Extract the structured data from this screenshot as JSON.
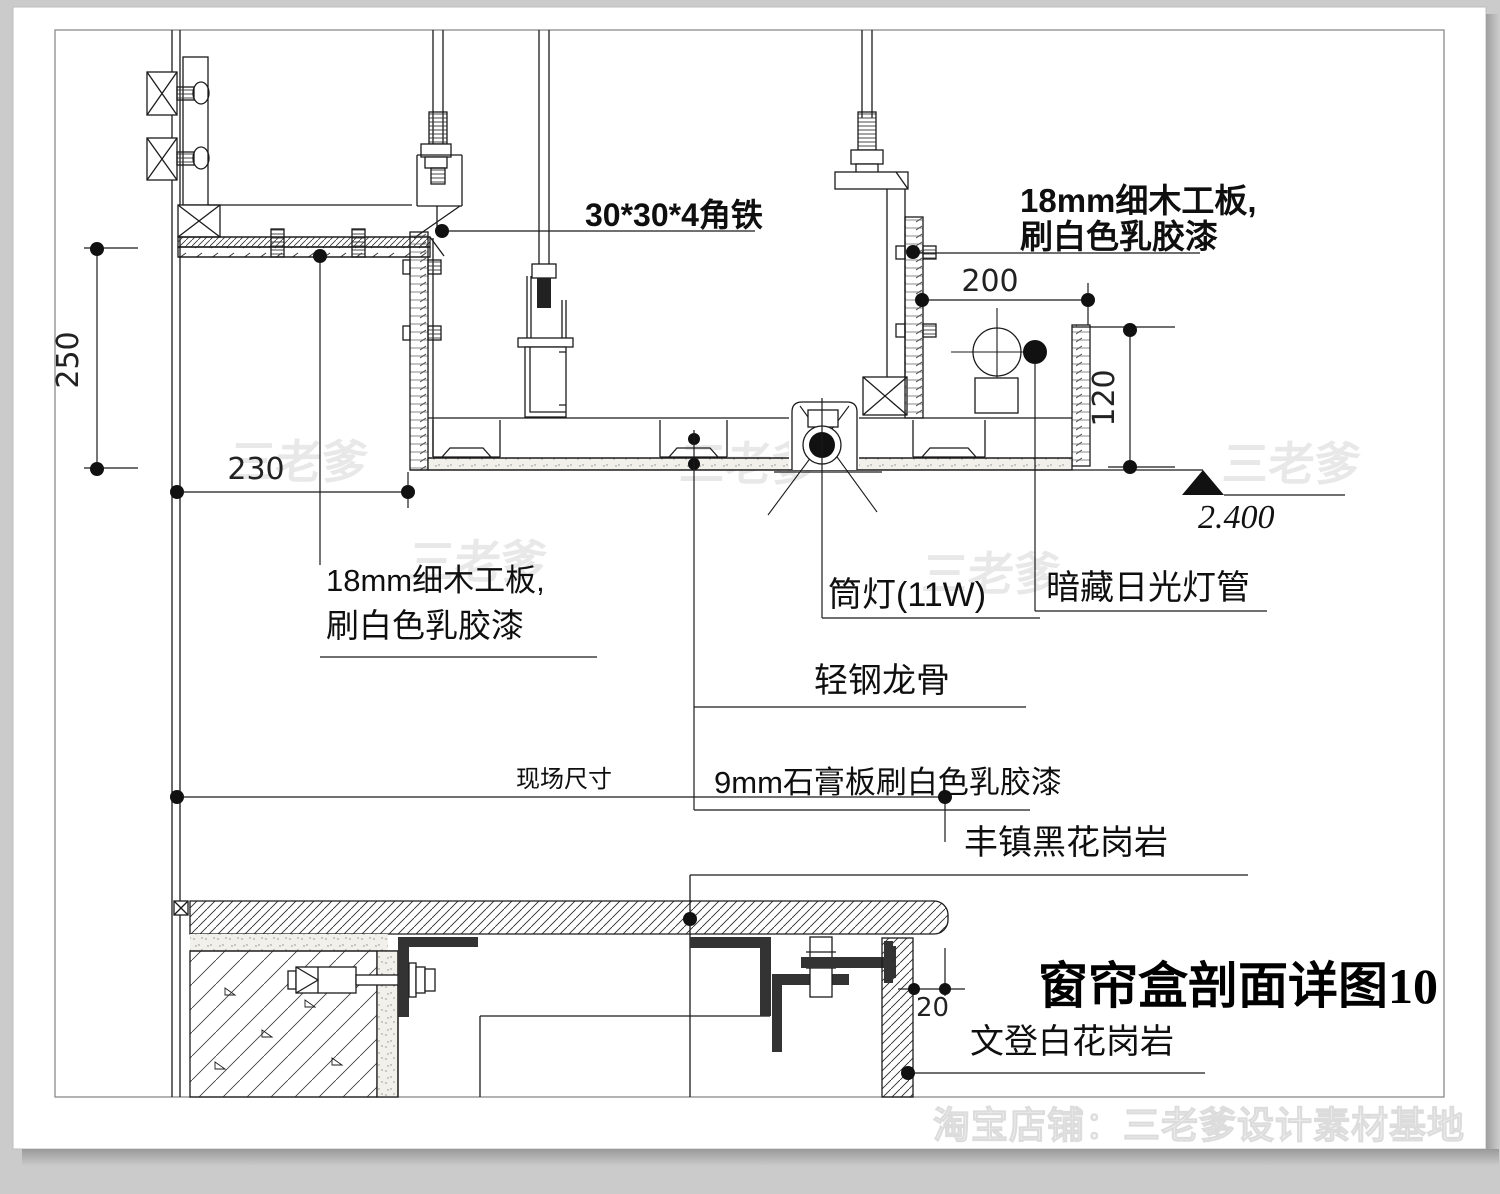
{
  "drawing": {
    "title": "窗帘盒剖面详图10",
    "level_mark": "2.400",
    "dimensions": {
      "left_vertical": "250",
      "left_horizontal": "230",
      "top_right": "200",
      "right_vertical": "120",
      "bottom_gap": "20"
    },
    "labels": {
      "angle_iron": "30*30*4角铁",
      "board_right_line1": "18mm细木工板,",
      "board_right_line2": "刷白色乳胶漆",
      "board_left_line1": "18mm细木工板,",
      "board_left_line2": "刷白色乳胶漆",
      "downlight": "筒灯(11W)",
      "concealed_lamp": "暗藏日光灯管",
      "steel_keel": "轻钢龙骨",
      "gypsum_board": "9mm石膏板刷白色乳胶漆",
      "site_dimension": "现场尺寸",
      "black_granite": "丰镇黑花岗岩",
      "white_granite": "文登白花岗岩"
    },
    "watermark": {
      "text": "三老爹",
      "bottom_text": "淘宝店铺：三老爹设计素材基地"
    },
    "colors": {
      "line": "#1b1b1b",
      "paper": "#ffffff",
      "background": "#cbcbcb",
      "steel_fill": "#333333"
    }
  }
}
